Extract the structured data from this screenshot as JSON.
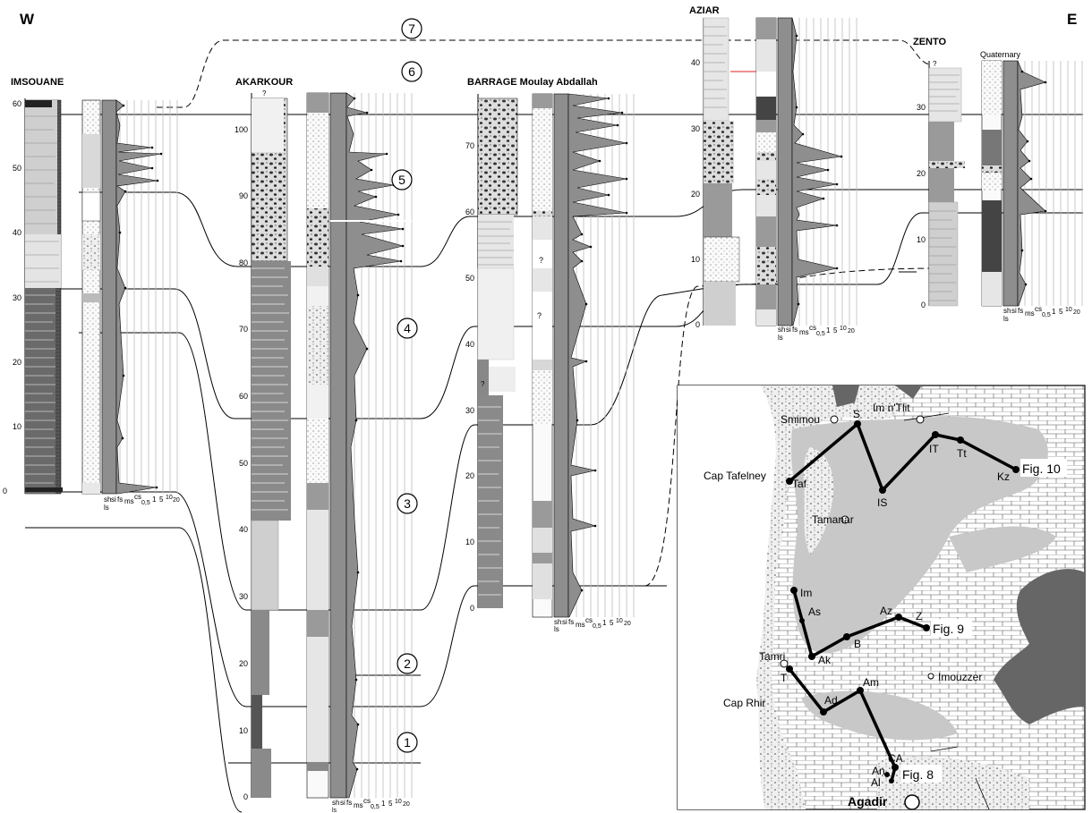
{
  "compass": {
    "west": "W",
    "east": "E"
  },
  "sections": [
    {
      "id": "imsouane",
      "name": "IMSOUANE",
      "ticks": [
        "0",
        "10",
        "20",
        "30",
        "40",
        "50",
        "60"
      ],
      "scale": [
        "sh",
        "si",
        "fs",
        "ms",
        "cs",
        "0,5",
        "1",
        "5",
        "10",
        "20"
      ],
      "ls": "ls"
    },
    {
      "id": "akarkour",
      "name": "AKARKOUR",
      "ticks": [
        "0",
        "10",
        "20",
        "30",
        "40",
        "50",
        "60",
        "70",
        "80",
        "90",
        "100"
      ],
      "scale": [
        "sh",
        "si",
        "fs",
        "ms",
        "cs",
        "0,5",
        "1",
        "5",
        "10",
        "20"
      ],
      "ls": "ls"
    },
    {
      "id": "barrage",
      "name": "BARRAGE Moulay Abdallah",
      "ticks": [
        "0",
        "10",
        "20",
        "30",
        "40",
        "50",
        "60",
        "70"
      ],
      "scale": [
        "sh",
        "si",
        "fs",
        "ms",
        "cs",
        "0,5",
        "1",
        "5",
        "10",
        "20"
      ],
      "ls": "ls"
    },
    {
      "id": "aziar",
      "name": "AZIAR",
      "ticks": [
        "0",
        "10",
        "20",
        "30",
        "40"
      ],
      "scale": [
        "sh",
        "si",
        "fs",
        "ms",
        "cs",
        "0,5",
        "1",
        "5",
        "10",
        "20"
      ],
      "ls": "ls"
    },
    {
      "id": "zento",
      "name": "ZENTO",
      "ticks": [
        "0",
        "10",
        "20",
        "30"
      ],
      "scale": [
        "sh",
        "si",
        "fs",
        "ms",
        "cs",
        "0,5",
        "1",
        "5",
        "10",
        "20"
      ],
      "ls": "ls"
    }
  ],
  "quaternary": "Quaternary",
  "question": "?",
  "units": [
    "1",
    "2",
    "3",
    "4",
    "5",
    "6",
    "7"
  ],
  "map": {
    "places": [
      "Smimou",
      "Im n'Tlit",
      "Cap Tafelney",
      "Tamanar",
      "Tamri",
      "Imouzzer",
      "Cap Rhir",
      "Agadir"
    ],
    "stations": [
      "S",
      "IS",
      "IT",
      "Tt",
      "Kz",
      "Taf",
      "Im",
      "As",
      "Ak",
      "B",
      "Az",
      "Z",
      "T",
      "Ad",
      "Am",
      "CA",
      "An",
      "Al"
    ],
    "figs": [
      "Fig. 10",
      "Fig. 9",
      "Fig. 8"
    ]
  }
}
